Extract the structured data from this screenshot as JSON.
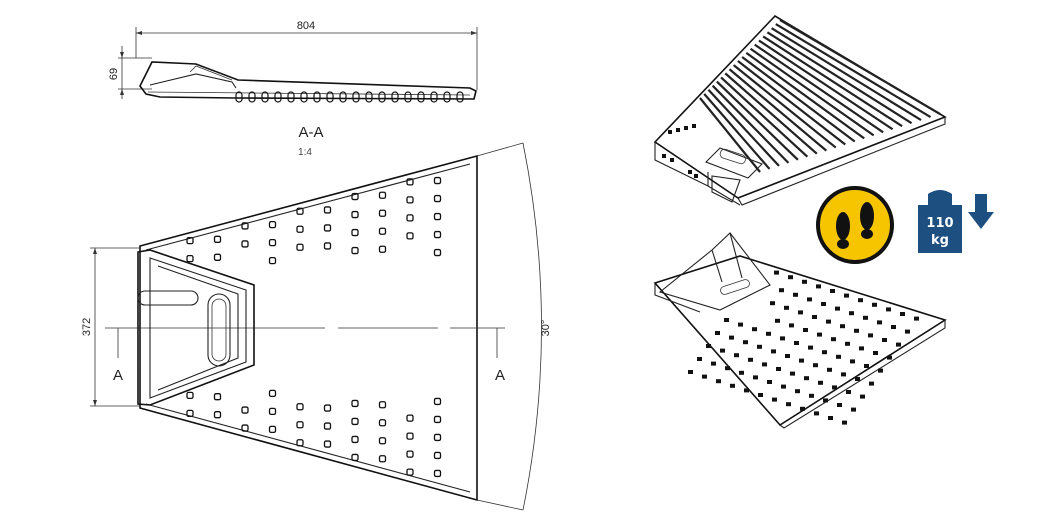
{
  "dimensions": {
    "length": "804",
    "height": "69",
    "width": "372",
    "angle": "30°"
  },
  "section": {
    "label": "A-A",
    "scale": "1:4",
    "marker_left": "A",
    "marker_right": "A"
  },
  "load_badge": {
    "value": "110",
    "unit": "kg",
    "color": "#1d4f80"
  },
  "footprint_badge": {
    "fill": "#f6c500",
    "stroke": "#111111"
  },
  "icons": [
    "footprints-icon",
    "weight-icon",
    "down-arrow-icon"
  ]
}
